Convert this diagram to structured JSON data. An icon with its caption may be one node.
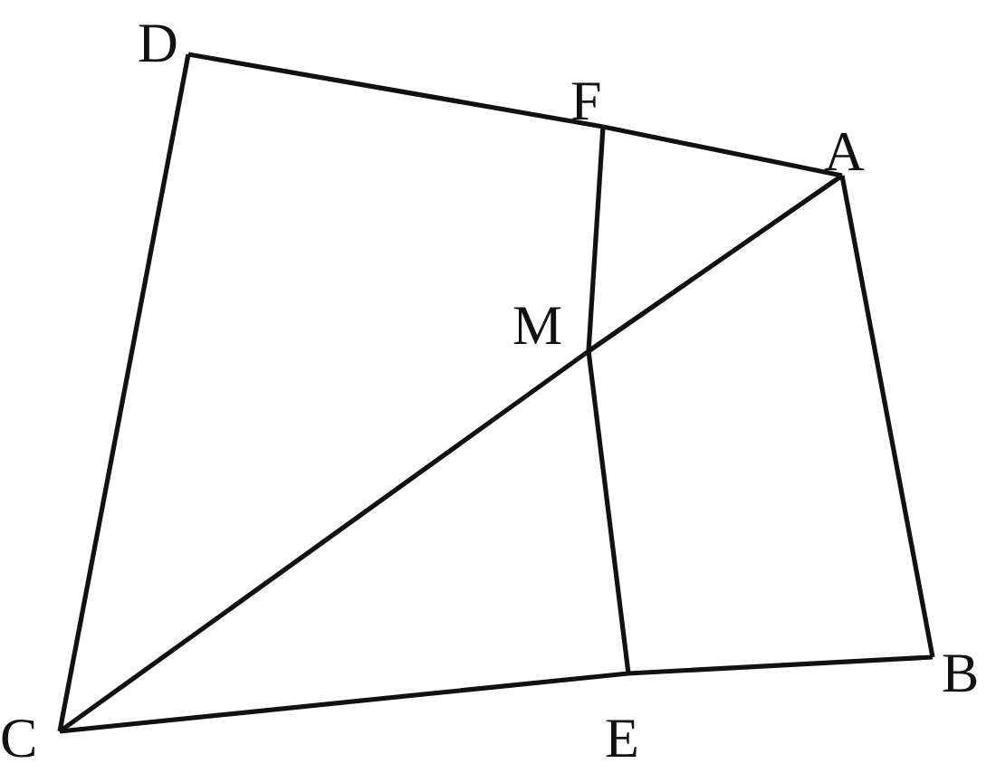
{
  "diagram": {
    "nodes": [
      {
        "text": [
          "D"
        ]
      },
      {
        "text": [
          "F"
        ]
      },
      {
        "text": [
          "A"
        ]
      },
      {
        "text": [
          "M"
        ]
      },
      {
        "text": [
          "B"
        ]
      },
      {
        "text": [
          "C"
        ]
      },
      {
        "text": [
          "E"
        ]
      }
    ],
    "edges": [
      {
        "from": 0,
        "to": 1,
        "arrow": "none"
      },
      {
        "from": 1,
        "to": 2,
        "arrow": "none"
      },
      {
        "from": 2,
        "to": 4,
        "arrow": "none"
      },
      {
        "from": 4,
        "to": 6,
        "arrow": "none"
      },
      {
        "from": 6,
        "to": 5,
        "arrow": "none"
      },
      {
        "from": 5,
        "to": 0,
        "arrow": "none"
      },
      {
        "from": 5,
        "to": 3,
        "arrow": "none"
      },
      {
        "from": 3,
        "to": 2,
        "arrow": "none"
      },
      {
        "from": 1,
        "to": 3,
        "arrow": "none"
      },
      {
        "from": 3,
        "to": 6,
        "arrow": "none"
      }
    ]
  }
}
